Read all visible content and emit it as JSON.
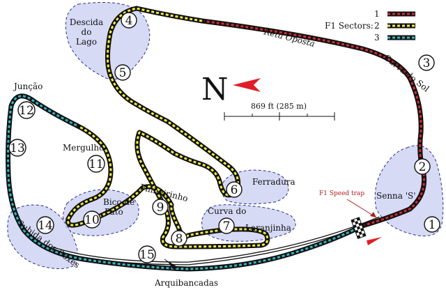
{
  "legend": {
    "title": "F1 Sectors:",
    "items": [
      {
        "label": "1",
        "color": "#d42a34"
      },
      {
        "label": "2",
        "color": "#f1ef3c"
      },
      {
        "label": "3",
        "color": "#2fb9c4"
      }
    ]
  },
  "north": {
    "label": "N",
    "arrow_color": "#e01e26"
  },
  "scale": {
    "label": "869 ft (285 m)"
  },
  "speed_trap": {
    "label": "F1 Speed trap",
    "color": "#b01f1f"
  },
  "turns": [
    "1",
    "2",
    "3",
    "4",
    "5",
    "6",
    "7",
    "8",
    "9",
    "10",
    "11",
    "12",
    "13",
    "14",
    "15"
  ],
  "places": {
    "descida_do_lago": [
      "Descida",
      "do",
      "Lago"
    ],
    "reta_oposta": "Reta Oposta",
    "curva_do_sol": "Curva do Sol",
    "senna_s": "Senna 'S'",
    "ferradura": "Ferradura",
    "curva_do_laranjinha": [
      "Curva do",
      "Laranjinha"
    ],
    "pinheirinho": "Pinheirinho",
    "bico_de_pato": [
      "Bico de",
      "Pato"
    ],
    "mergulho": "Mergulho",
    "juncao": "Junção",
    "subida_dos_boxes": "Subida dos Boxes",
    "arquibancadas": "Arquibancadas"
  }
}
